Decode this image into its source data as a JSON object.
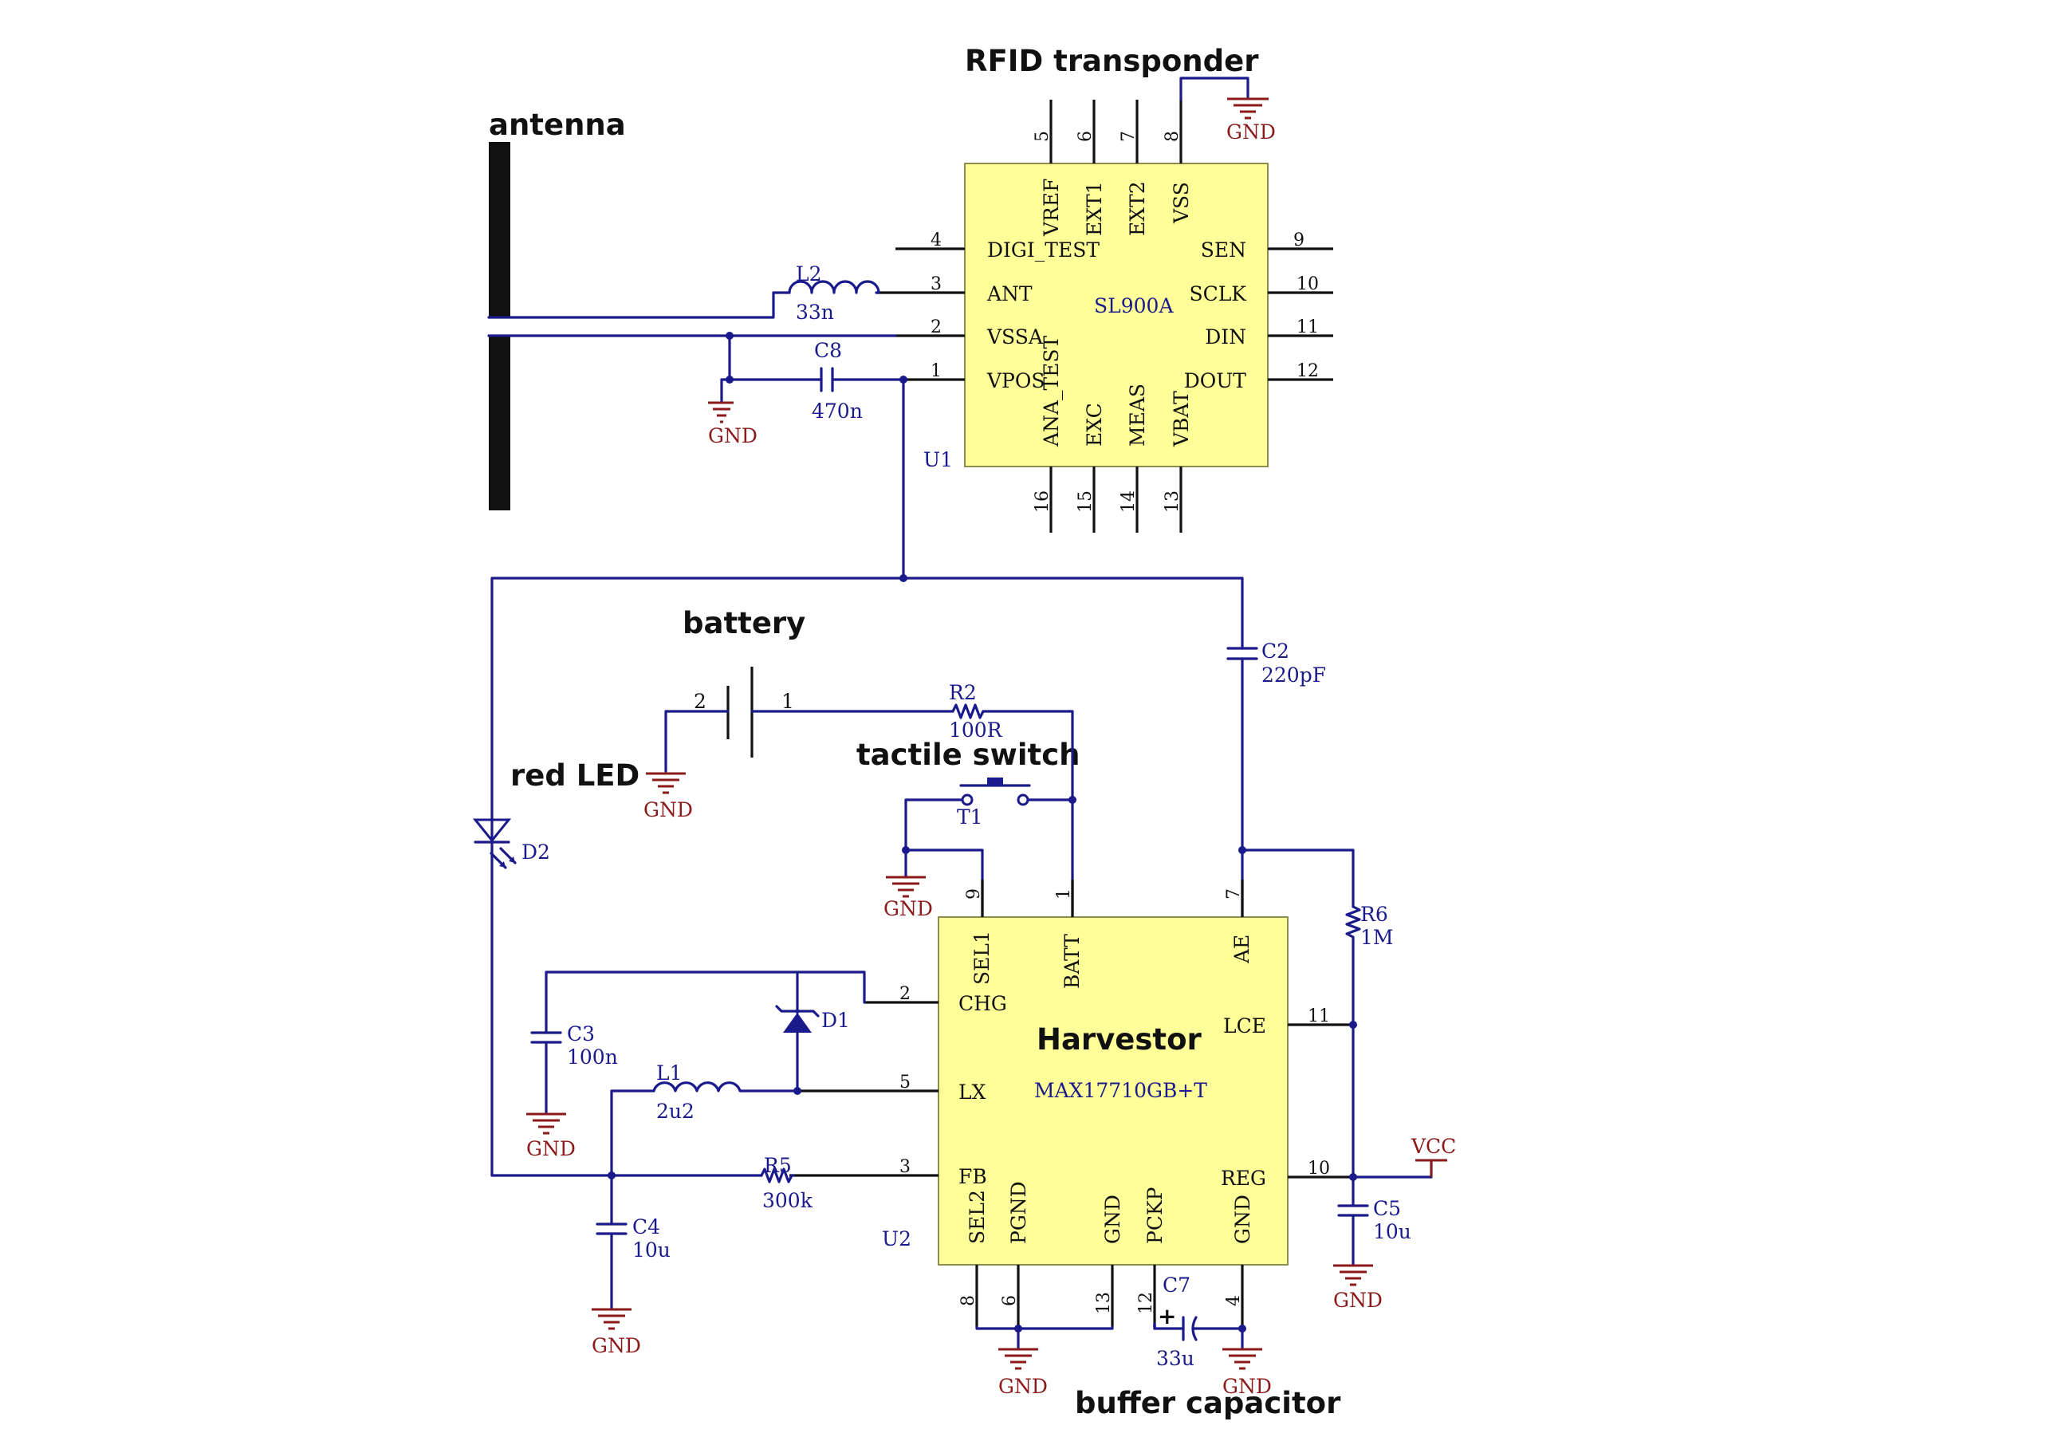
{
  "labels": {
    "rfid": "RFID transponder",
    "antenna": "antenna",
    "battery": "battery",
    "red_led": "red LED",
    "tactile_switch": "tactile switch",
    "harvestor": "Harvestor",
    "buffer_capacitor": "buffer capacitor"
  },
  "u1": {
    "ref": "U1",
    "part": "SL900A",
    "pins": {
      "p1": "VPOS",
      "p2": "VSSA",
      "p3": "ANT",
      "p4": "DIGI_TEST",
      "p5": "VREF",
      "p6": "EXT1",
      "p7": "EXT2",
      "p8": "VSS",
      "p9": "SEN",
      "p10": "SCLK",
      "p11": "DIN",
      "p12": "DOUT",
      "p13": "VBAT",
      "p14": "MEAS",
      "p15": "EXC",
      "p16": "ANA_TEST"
    },
    "nums": {
      "n1": "1",
      "n2": "2",
      "n3": "3",
      "n4": "4",
      "n5": "5",
      "n6": "6",
      "n7": "7",
      "n8": "8",
      "n9": "9",
      "n10": "10",
      "n11": "11",
      "n12": "12",
      "n13": "13",
      "n14": "14",
      "n15": "15",
      "n16": "16"
    }
  },
  "u2": {
    "ref": "U2",
    "part": "MAX17710GB+T",
    "pins": {
      "sel1": "SEL1",
      "batt": "BATT",
      "ae": "AE",
      "chg": "CHG",
      "lce": "LCE",
      "lx": "LX",
      "fb": "FB",
      "reg": "REG",
      "sel2": "SEL2",
      "pgnd": "PGND",
      "gnd13": "GND",
      "pckp": "PCKP",
      "gnd4": "GND"
    },
    "nums": {
      "n9": "9",
      "n1": "1",
      "n7": "7",
      "n2": "2",
      "n11": "11",
      "n5": "5",
      "n3": "3",
      "n10": "10",
      "n8": "8",
      "n6": "6",
      "n13": "13",
      "n12": "12",
      "n4": "4"
    }
  },
  "components": {
    "l2": {
      "ref": "L2",
      "value": "33n"
    },
    "c8": {
      "ref": "C8",
      "value": "470n"
    },
    "c2": {
      "ref": "C2",
      "value": "220pF"
    },
    "r2": {
      "ref": "R2",
      "value": "100R"
    },
    "t1": {
      "ref": "T1"
    },
    "d2": {
      "ref": "D2"
    },
    "r6": {
      "ref": "R6",
      "value": "1M"
    },
    "c3": {
      "ref": "C3",
      "value": "100n"
    },
    "d1": {
      "ref": "D1"
    },
    "l1": {
      "ref": "L1",
      "value": "2u2"
    },
    "r5": {
      "ref": "R5",
      "value": "300k"
    },
    "c4": {
      "ref": "C4",
      "value": "10u"
    },
    "c5": {
      "ref": "C5",
      "value": "10u"
    },
    "c7": {
      "ref": "C7",
      "value": "33u",
      "polarity": "+"
    },
    "bat": {
      "pin2": "2",
      "pin1": "1"
    }
  },
  "nets": {
    "gnd": "GND",
    "vcc": "VCC"
  },
  "colors": {
    "wire": "#1a1a8c",
    "ic_fill": "#ffff99",
    "ground": "#8b1a1a",
    "pin": "#111111"
  }
}
